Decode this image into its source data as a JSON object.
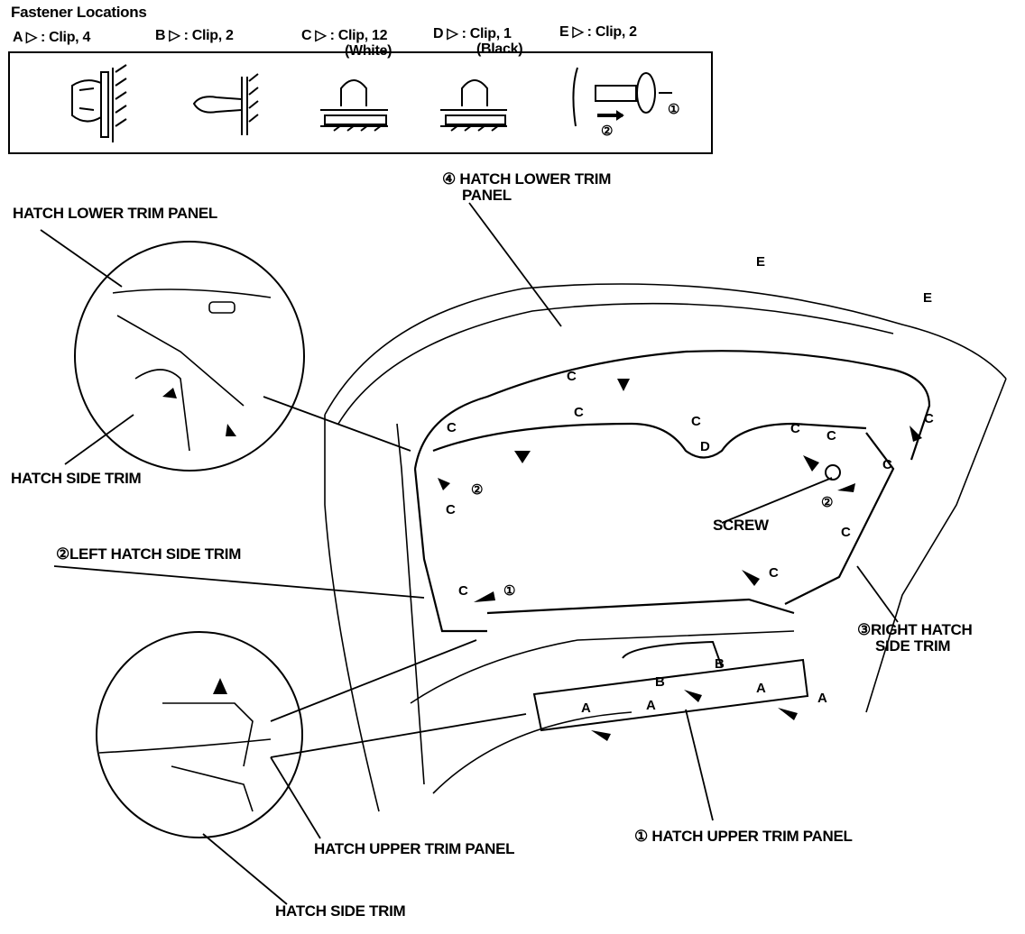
{
  "legend": {
    "title": "Fastener Locations",
    "items": [
      {
        "letter": "A",
        "text": ": Clip, 4",
        "sub": ""
      },
      {
        "letter": "B",
        "text": ": Clip, 2",
        "sub": ""
      },
      {
        "letter": "C",
        "text": ": Clip, 12",
        "sub": "(White)"
      },
      {
        "letter": "D",
        "text": ": Clip, 1",
        "sub": "(Black)"
      },
      {
        "letter": "E",
        "text": ": Clip, 2",
        "sub": ""
      }
    ],
    "step_1": "①",
    "step_2": "②"
  },
  "labels": {
    "hatch_lower_trim_panel_numbered_l1": "④ HATCH LOWER TRIM",
    "hatch_lower_trim_panel_numbered_l2": "PANEL",
    "hatch_lower_trim_panel_detail": "HATCH LOWER TRIM PANEL",
    "hatch_side_trim_top": "HATCH SIDE TRIM",
    "left_hatch_side_trim": "②LEFT HATCH SIDE TRIM",
    "screw": "SCREW",
    "right_hatch_side_trim_l1": "③RIGHT HATCH",
    "right_hatch_side_trim_l2": "SIDE TRIM",
    "hatch_upper_trim_panel_detail": "HATCH UPPER TRIM PANEL",
    "hatch_upper_trim_panel_numbered": "① HATCH UPPER TRIM PANEL",
    "hatch_side_trim_bottom": "HATCH SIDE TRIM"
  },
  "markers": {
    "A": "A",
    "B": "B",
    "C": "C",
    "D": "D",
    "E": "E",
    "one": "①",
    "two": "②"
  }
}
